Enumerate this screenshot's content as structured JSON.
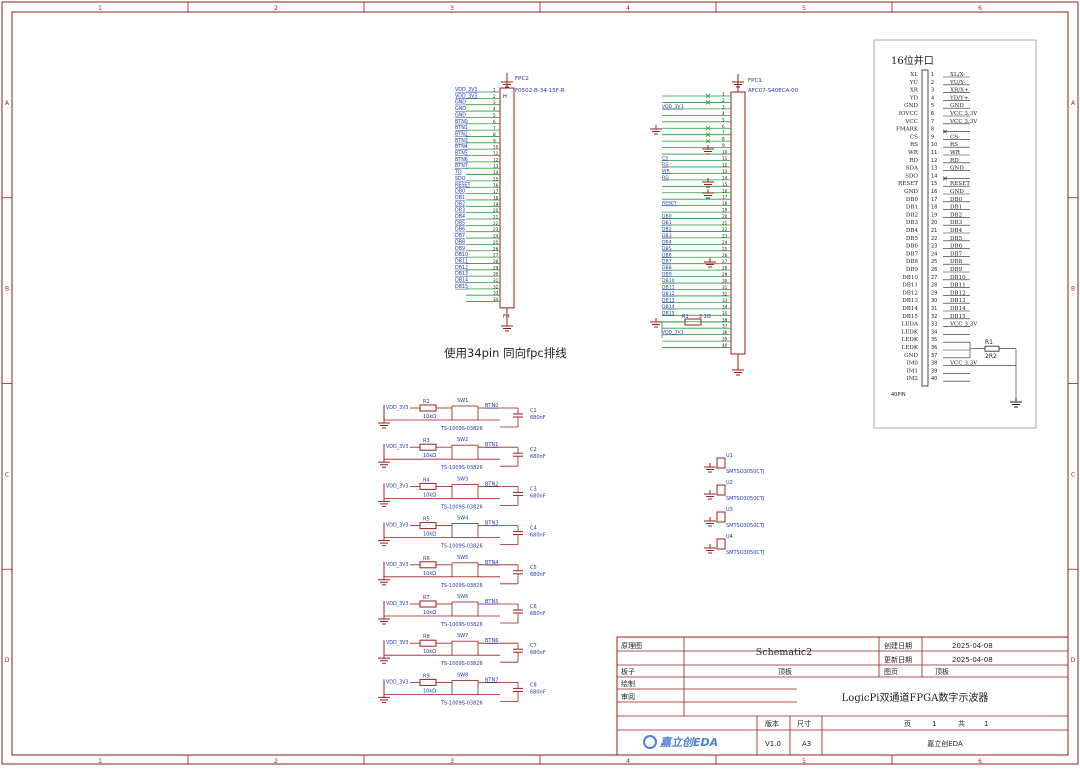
{
  "sheet": {
    "zone_cols": [
      "1",
      "2",
      "3",
      "4",
      "5",
      "6"
    ],
    "zone_rows": [
      "A",
      "B",
      "C",
      "D"
    ]
  },
  "note": {
    "text": "使用34pin 同向fpc排线"
  },
  "fpc2": {
    "ref": "FPC2",
    "part": "F0502-B-34-15F-R",
    "pin_label": "H",
    "bottom_label": "FH",
    "nets": [
      "VDD_3V3",
      "VDD_3V3",
      "GND",
      "GND",
      "GND",
      "BTN0",
      "BTN1",
      "BTN2",
      "BTN3",
      "BTN4",
      "BTN5",
      "BTN6",
      "BTN7",
      "TD",
      "SDO",
      "RESET",
      "DB0",
      "DB1",
      "DB2",
      "DB3",
      "DB4",
      "DB5",
      "DB6",
      "DB7",
      "DB8",
      "DB9",
      "DB10",
      "DB11",
      "DB12",
      "DB13",
      "DB14",
      "DB15",
      "",
      ""
    ]
  },
  "fpc1": {
    "ref": "FPC1",
    "part": "AFC07-S40ECA-00",
    "nets": [
      "",
      "",
      "VDD_3V3",
      "",
      "",
      "",
      "",
      "",
      "",
      "",
      "CS",
      "RS",
      "WR",
      "RD",
      "",
      "",
      "",
      "RESET",
      "",
      "DB0",
      "DB1",
      "DB2",
      "DB3",
      "DB4",
      "DB5",
      "DB6",
      "DB7",
      "DB8",
      "DB9",
      "DB10",
      "DB11",
      "DB12",
      "DB13",
      "DB14",
      "DB15",
      "",
      "",
      "VDD_3V3",
      "",
      ""
    ],
    "r1": {
      "ref": "R1",
      "value": "2.2Ω"
    }
  },
  "parallel_port": {
    "title": "16位并口",
    "footer": "40PIN",
    "signals": [
      "XL",
      "YU",
      "XR",
      "YD",
      "GND",
      "IOVCC",
      "VCC",
      "FMARK",
      "CS",
      "RS",
      "WR",
      "RD",
      "SDA",
      "SDO",
      "RESET",
      "GND",
      "DB0",
      "DB1",
      "DB2",
      "DB3",
      "DB4",
      "DB5",
      "DB6",
      "DB7",
      "DB8",
      "DB9",
      "DB10",
      "DB11",
      "DB12",
      "DB13",
      "DB14",
      "DB15",
      "LEDA",
      "LEDK",
      "LEDK",
      "LEDK",
      "GND",
      "IM0",
      "IM1",
      "IM2"
    ],
    "nets": [
      "XL/X-",
      "YU/Y-",
      "XR/X+",
      "YD/Y+",
      "GND",
      "VCC 3.3V",
      "VCC 3.3V",
      "",
      "CS",
      "RS",
      "WR",
      "RD",
      "GND",
      "",
      "RESET",
      "GND",
      "DB0",
      "DB1",
      "DB2",
      "DB3",
      "DB4",
      "DB5",
      "DB6",
      "DB7",
      "DB8",
      "DB9",
      "DB10",
      "DB11",
      "DB12",
      "DB13",
      "DB14",
      "DB15",
      "VCC 3.3V",
      "",
      "",
      "",
      "",
      "VCC 3.3V",
      "",
      ""
    ],
    "r1": {
      "ref": "R1",
      "value": "2R2"
    }
  },
  "buttons": [
    {
      "r": "R2",
      "rv": "10kΩ",
      "sw": "SW1",
      "pn": "TS-1009S-03826",
      "btn": "BTN0",
      "c": "C1",
      "cv": "680nF",
      "vdd": "VDD_3V3"
    },
    {
      "r": "R3",
      "rv": "10kΩ",
      "sw": "SW2",
      "pn": "TS-1009S-03826",
      "btn": "BTN1",
      "c": "C2",
      "cv": "680nF",
      "vdd": "VDD_3V3"
    },
    {
      "r": "R4",
      "rv": "10kΩ",
      "sw": "SW3",
      "pn": "TS-1009S-03826",
      "btn": "BTN2",
      "c": "C3",
      "cv": "680nF",
      "vdd": "VDD_3V3"
    },
    {
      "r": "R5",
      "rv": "10kΩ",
      "sw": "SW4",
      "pn": "TS-1009S-03826",
      "btn": "BTN3",
      "c": "C4",
      "cv": "680nF",
      "vdd": "VDD_3V3"
    },
    {
      "r": "R6",
      "rv": "10kΩ",
      "sw": "SW5",
      "pn": "TS-1009S-03826",
      "btn": "BTN4",
      "c": "C5",
      "cv": "680nF",
      "vdd": "VDD_3V3"
    },
    {
      "r": "R7",
      "rv": "10kΩ",
      "sw": "SW6",
      "pn": "TS-1009S-03826",
      "btn": "BTN5",
      "c": "C6",
      "cv": "680nF",
      "vdd": "VDD_3V3"
    },
    {
      "r": "R8",
      "rv": "10kΩ",
      "sw": "SW7",
      "pn": "TS-1009S-03826",
      "btn": "BTN6",
      "c": "C7",
      "cv": "680nF",
      "vdd": "VDD_3V3"
    },
    {
      "r": "R9",
      "rv": "10kΩ",
      "sw": "SW8",
      "pn": "TS-1009S-03826",
      "btn": "BTN7",
      "c": "C8",
      "cv": "680nF",
      "vdd": "VDD_3V3"
    }
  ],
  "standoffs": [
    {
      "ref": "U1",
      "part": "SMTSO3050CTJ"
    },
    {
      "ref": "U2",
      "part": "SMTSO3050CTJ"
    },
    {
      "ref": "U3",
      "part": "SMTSO3050CTJ"
    },
    {
      "ref": "U4",
      "part": "SMTSO3050CTJ"
    }
  ],
  "title_block": {
    "schematic_label": "原理图",
    "schematic_value": "Schematic2",
    "created_label": "创建日期",
    "created_value": "2025-04-08",
    "updated_label": "更新日期",
    "updated_value": "2025-04-08",
    "board_label": "板子",
    "board_value": "顶板",
    "page_label": "图页",
    "page_value": "顶板",
    "drawn_label": "绘制",
    "review_label": "审阅",
    "project_title": "LogicPi双通道FPGA数字示波器",
    "version_label": "版本",
    "size_label": "尺寸",
    "version_value": "V1.0",
    "size_value": "A3",
    "page_word": "页",
    "page_num": "1",
    "total_word": "共",
    "page_total": "1",
    "logo_text": "嘉立创EDA",
    "company": "嘉立创EDA"
  }
}
